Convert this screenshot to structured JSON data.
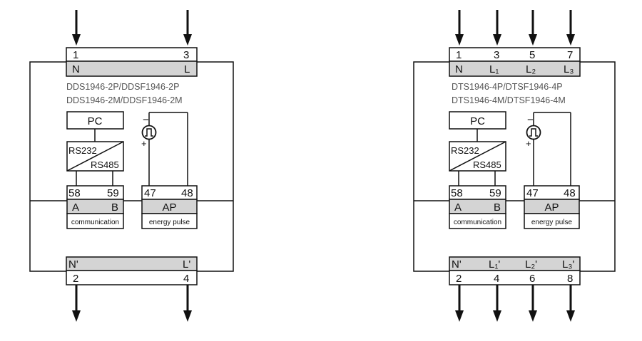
{
  "left": {
    "top_terminals": [
      "1",
      "3"
    ],
    "top_labels": [
      "N",
      "L"
    ],
    "model_line1": "DDS1946-2P/DDSF1946-2P",
    "model_line2": "DDS1946-2M/DDSF1946-2M",
    "pc": "PC",
    "rs232": "RS232",
    "rs485": "RS485",
    "comm_terminals": [
      "58",
      "59"
    ],
    "comm_labels": [
      "A",
      "B"
    ],
    "comm_caption": "communication",
    "pulse_minus": "−",
    "pulse_plus": "+",
    "pulse_terminals": [
      "47",
      "48"
    ],
    "pulse_label": "AP",
    "pulse_caption": "energy pulse",
    "bottom_labels": [
      "N'",
      "L'"
    ],
    "bottom_terminals": [
      "2",
      "4"
    ]
  },
  "right": {
    "top_terminals": [
      "1",
      "3",
      "5",
      "7"
    ],
    "top_labels": [
      "N",
      "L₁",
      "L₂",
      "L₃"
    ],
    "model_line1": "DTS1946-4P/DTSF1946-4P",
    "model_line2": "DTS1946-4M/DTSF1946-4M",
    "pc": "PC",
    "rs232": "RS232",
    "rs485": "RS485",
    "comm_terminals": [
      "58",
      "59"
    ],
    "comm_labels": [
      "A",
      "B"
    ],
    "comm_caption": "communication",
    "pulse_minus": "−",
    "pulse_plus": "+",
    "pulse_terminals": [
      "47",
      "48"
    ],
    "pulse_label": "AP",
    "pulse_caption": "energy pulse",
    "bottom_labels": [
      "N'",
      "L₁'",
      "L₂'",
      "L₃'"
    ],
    "bottom_terminals": [
      "2",
      "4",
      "6",
      "8"
    ]
  }
}
